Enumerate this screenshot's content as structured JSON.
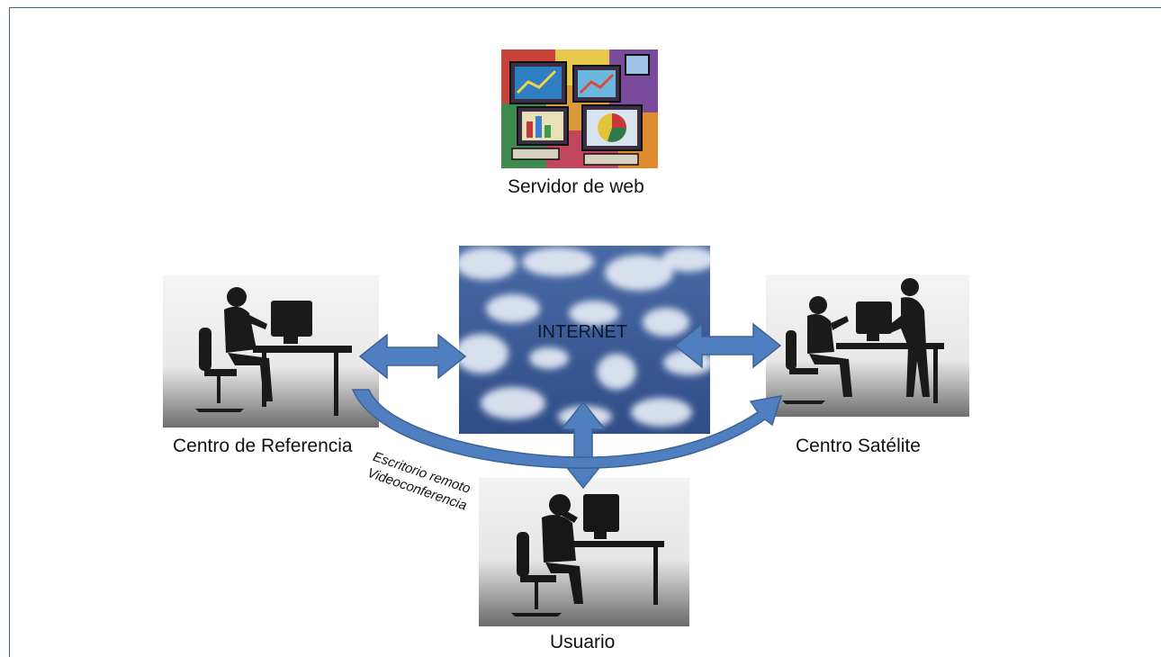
{
  "nodes": {
    "server_label": "Servidor de web",
    "internet_label": "INTERNET",
    "reference_label": "Centro de Referencia",
    "satellite_label": "Centro Satélite",
    "user_label": "Usuario"
  },
  "connection_labels": {
    "line1": "Escritorio remoto",
    "line2": "Videoconferencia"
  },
  "icons": {
    "server": "colorful-computers-illustration",
    "internet": "cloud-sky-photo",
    "reference": "office-worker-silhouette",
    "satellite": "two-people-at-desk-silhouette",
    "user": "worried-worker-silhouette"
  },
  "colors": {
    "arrow_fill": "#4f7ec1",
    "arrow_stroke": "#3b6395",
    "sky": "#3d5d9a",
    "frame": "#4a6484"
  }
}
